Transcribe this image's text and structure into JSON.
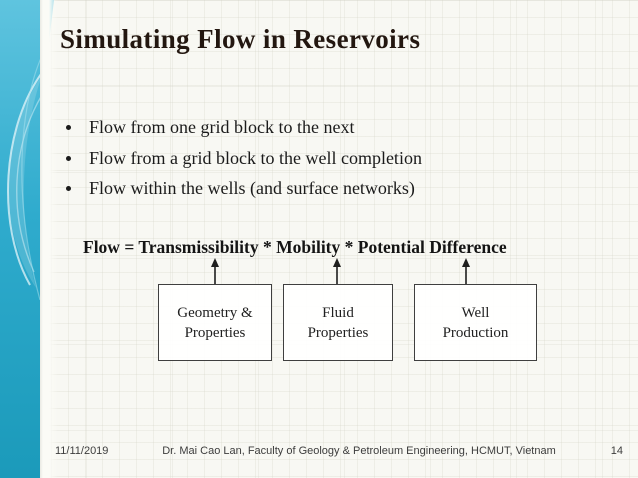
{
  "slide": {
    "title": "Simulating Flow in Reservoirs",
    "bullets": [
      "Flow from one grid block to the next",
      "Flow from a grid block to the well completion",
      "Flow within the wells (and surface networks)"
    ],
    "formula": "Flow = Transmissibility * Mobility * Potential Difference",
    "diagram": {
      "boxes": [
        {
          "label": "Geometry &\nProperties"
        },
        {
          "label": "Fluid\nProperties"
        },
        {
          "label": "Well\nProduction"
        }
      ]
    },
    "footer": {
      "date": "11/11/2019",
      "credit": "Dr. Mai Cao Lan, Faculty of Geology & Petroleum Engineering, HCMUT, Vietnam",
      "page_number": "14"
    },
    "colors": {
      "sidebar_top": "#5fc4df",
      "sidebar_mid": "#2fabcd",
      "sidebar_bottom": "#1b9aba",
      "title_text": "#231710",
      "body_text": "#1b1b1b",
      "footer_text": "#3d3d3d",
      "box_border": "#3f3f3f",
      "background": "#f8f8f3",
      "grid_line": "#d2d2c6"
    }
  }
}
